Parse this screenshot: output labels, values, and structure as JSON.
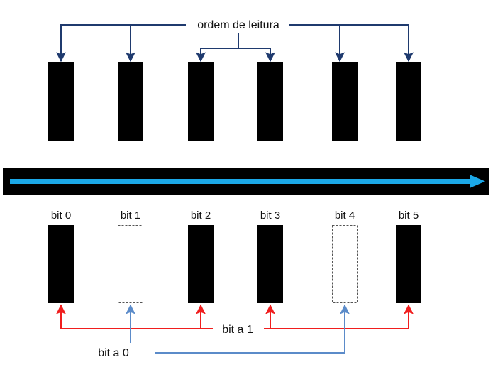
{
  "title": "ordem de leitura",
  "bits": [
    {
      "label": "bit 0",
      "value": 1
    },
    {
      "label": "bit 1",
      "value": 0
    },
    {
      "label": "bit 2",
      "value": 1
    },
    {
      "label": "bit 3",
      "value": 1
    },
    {
      "label": "bit 4",
      "value": 0
    },
    {
      "label": "bit 5",
      "value": 1
    }
  ],
  "legend": {
    "one_label": "bit a 1",
    "zero_label": "bit a 0"
  },
  "colors": {
    "bar": "#000000",
    "read_arrow": "#1f3a6e",
    "direction_arrow": "#1ba8e8",
    "bit_one": "#f01e1e",
    "bit_zero": "#5b8bc9",
    "empty_border": "#555555"
  }
}
